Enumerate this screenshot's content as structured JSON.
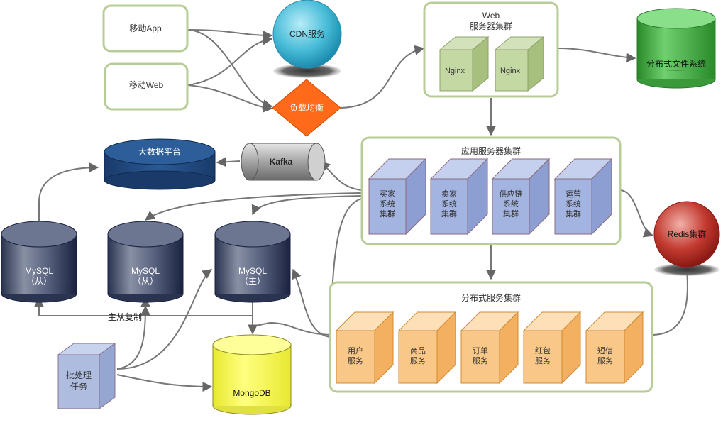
{
  "clients": {
    "mobile_app": "移动App",
    "mobile_web": "移动Web"
  },
  "cdn": "CDN服务",
  "lb": "负载均衡",
  "web_cluster": {
    "title1": "Web",
    "title2": "服务器集群",
    "nginx1": "Nginx",
    "nginx2": "Nginx"
  },
  "dfs": "分布式文件系统",
  "bigdata": "大数据平台",
  "kafka": "Kafka",
  "app_cluster": {
    "title": "应用服务器集群",
    "items": [
      {
        "lines": [
          "买家",
          "系统",
          "集群"
        ]
      },
      {
        "lines": [
          "卖家",
          "系统",
          "集群"
        ]
      },
      {
        "lines": [
          "供应链",
          "系统",
          "集群"
        ]
      },
      {
        "lines": [
          "运营",
          "系统",
          "集群"
        ]
      }
    ]
  },
  "redis": "Redis集群",
  "mysql": [
    {
      "line1": "MySQL",
      "line2": "（从）"
    },
    {
      "line1": "MySQL",
      "line2": "（从）"
    },
    {
      "line1": "MySQL",
      "line2": "（主）"
    }
  ],
  "replication_label": "主从复制",
  "batch": {
    "line1": "批处理",
    "line2": "任务"
  },
  "mongodb": "MongoDB",
  "dist_cluster": {
    "title": "分布式服务集群",
    "items": [
      {
        "line1": "用户",
        "line2": "服务"
      },
      {
        "line1": "商品",
        "line2": "服务"
      },
      {
        "line1": "订单",
        "line2": "服务"
      },
      {
        "line1": "红包",
        "line2": "服务"
      },
      {
        "line1": "短信",
        "line2": "服务"
      }
    ]
  }
}
